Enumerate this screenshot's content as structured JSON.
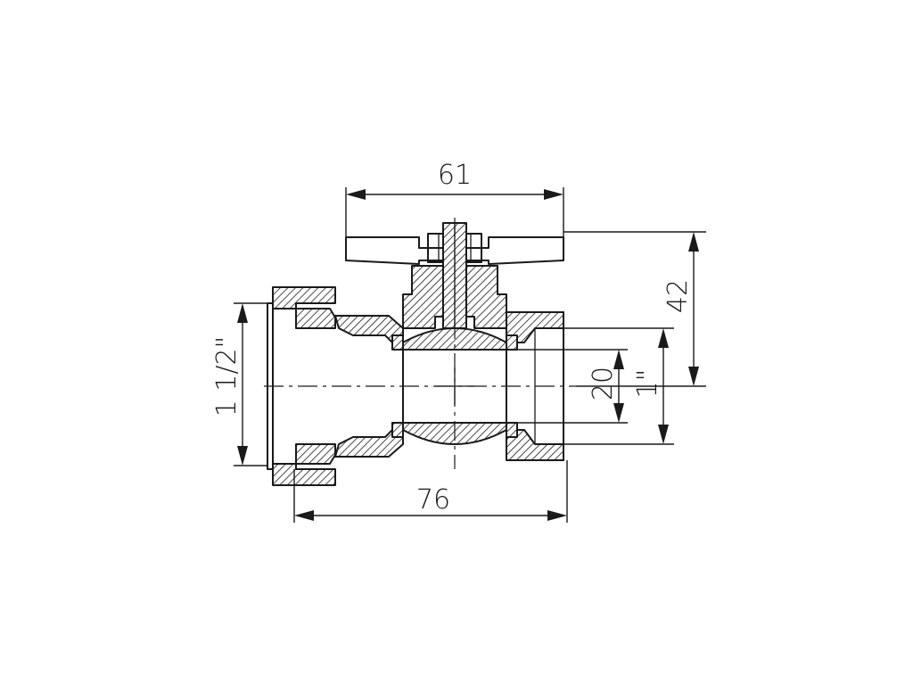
{
  "colors": {
    "line": "#1a1a1a",
    "background": "#ffffff"
  },
  "dimensions": {
    "overall_width_top": "61",
    "overall_length_bottom": "76",
    "height_right": "42",
    "bore_diameter": "20",
    "outlet_thread": "1\"",
    "inlet_thread": "1 1/2\""
  }
}
